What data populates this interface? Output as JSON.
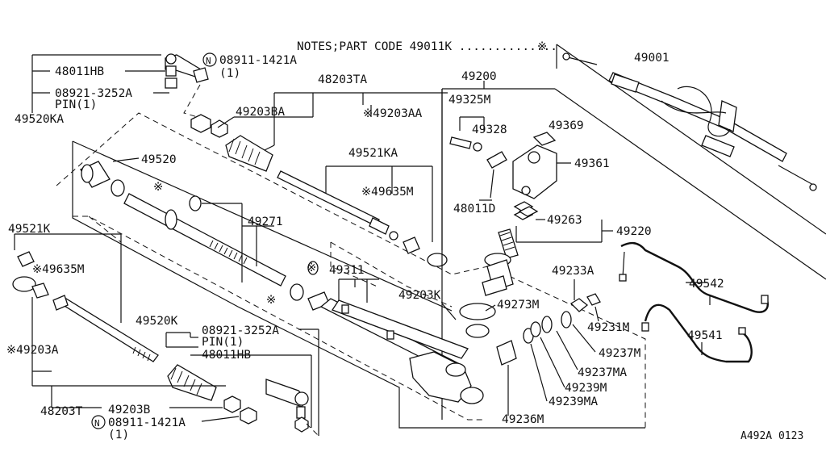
{
  "notes": "NOTES;PART CODE  49011K ..............",
  "notes_mark": "※",
  "footer_code": "A492A 0123",
  "labels": {
    "p49001": "49001",
    "p48011HB_top": "48011HB",
    "n08911_top": "08911-1421A",
    "n08911_top_qty": "(1)",
    "p08921_top": "08921-3252A",
    "pin_top": "PIN(1)",
    "p49520KA": "49520KA",
    "p48203TA": "48203TA",
    "p49203BA": "49203BA",
    "p49203AA": "※49203AA",
    "p49200": "49200",
    "p49325M": "49325M",
    "p49328": "49328",
    "p49369": "49369",
    "p49361": "49361",
    "p48011D": "48011D",
    "p49520": "49520",
    "mark_49520": "※",
    "p49521KA": "49521KA",
    "p49635M_a": "※49635M",
    "p49271": "49271",
    "mark_49271": "※",
    "p49263": "49263",
    "p49220": "49220",
    "p49521K": "49521K",
    "p49635M_b": "※49635M",
    "p49311": "49311",
    "mark_49311": "※",
    "mark_left": "※",
    "p49203K": "49203K",
    "p49273M": "49273M",
    "p49233A": "49233A",
    "p49542": "49542",
    "p49231M": "49231M",
    "p49541": "49541",
    "p49203A": "※49203A",
    "p49520K": "49520K",
    "p08921_bot": "08921-3252A",
    "pin_bot": "PIN(1)",
    "p48011HB_bot": "48011HB",
    "p49237M": "49237M",
    "p49237MA": "49237MA",
    "p49239M": "49239M",
    "p49239MA": "49239MA",
    "p48203T": "48203T",
    "p49203B": "49203B",
    "n08911_bot": "08911-1421A",
    "n08911_bot_qty": "(1)",
    "p49236M": "49236M",
    "n_symbol": "N"
  }
}
